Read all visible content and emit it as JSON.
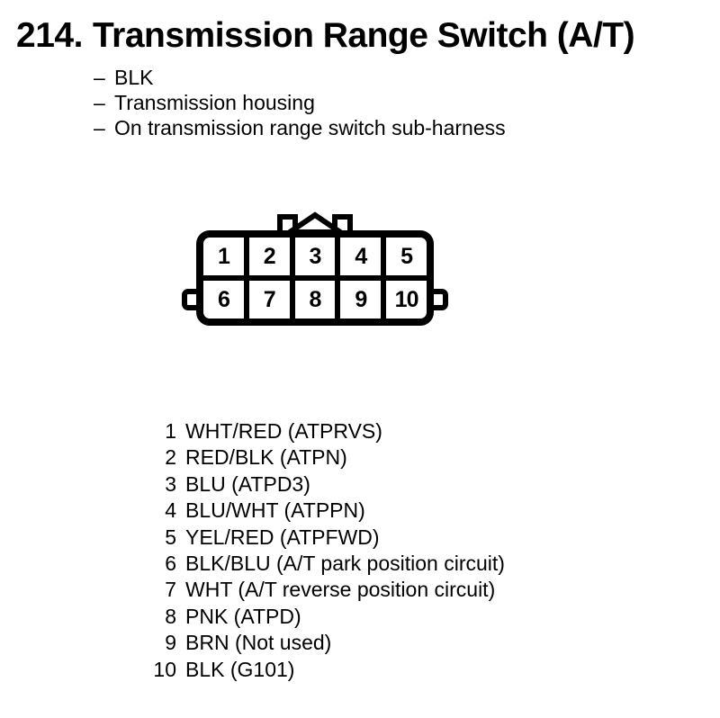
{
  "header": {
    "number": "214.",
    "title": "Transmission Range Switch (A/T)",
    "dash": "–"
  },
  "notes": [
    "BLK",
    "Transmission housing",
    "On transmission range switch sub-harness"
  ],
  "connector": {
    "rows": [
      [
        "1",
        "2",
        "3",
        "4",
        "5"
      ],
      [
        "6",
        "7",
        "8",
        "9",
        "10"
      ]
    ]
  },
  "pins": [
    {
      "num": "1",
      "desc": "WHT/RED (ATPRVS)"
    },
    {
      "num": "2",
      "desc": "RED/BLK (ATPN)"
    },
    {
      "num": "3",
      "desc": "BLU (ATPD3)"
    },
    {
      "num": "4",
      "desc": "BLU/WHT (ATPPN)"
    },
    {
      "num": "5",
      "desc": "YEL/RED (ATPFWD)"
    },
    {
      "num": "6",
      "desc": "BLK/BLU (A/T park position circuit)"
    },
    {
      "num": "7",
      "desc": "WHT (A/T reverse position circuit)"
    },
    {
      "num": "8",
      "desc": "PNK (ATPD)"
    },
    {
      "num": "9",
      "desc": "BRN (Not used)"
    },
    {
      "num": "10",
      "desc": "BLK (G101)"
    }
  ],
  "colors": {
    "ink": "#000000",
    "paper": "#ffffff"
  }
}
